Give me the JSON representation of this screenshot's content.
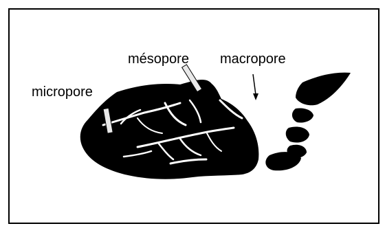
{
  "labels": {
    "micropore": "micropore",
    "mesopore": "mésopore",
    "macropore": "macropore"
  },
  "colors": {
    "ink": "#000000",
    "pore": "#ffffff",
    "tube_fill": "#e8e8e8"
  }
}
